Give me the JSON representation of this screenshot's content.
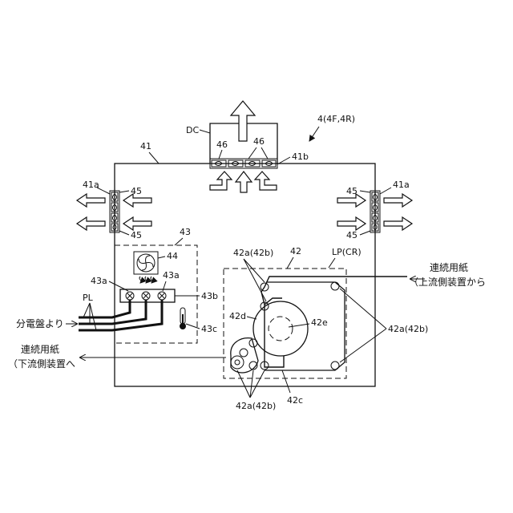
{
  "labels": {
    "unit": "4(4F,4R)",
    "duct": "DC",
    "housing": "41",
    "duct_port": "41b",
    "vent_left": "41a",
    "vent_right": "41a",
    "fan_top": "46",
    "fan_top_pair": "46",
    "fan_left_top": "45",
    "fan_left_bottom": "45",
    "fan_right_top": "45",
    "fan_right_bottom": "45",
    "power_box": "43",
    "power_fan": "44",
    "breaker": "43a",
    "breaker_left": "43a",
    "terminal_bar": "43b",
    "thermometer": "43c",
    "power_line": "PL",
    "roller_box": "42",
    "roller_top": "42a(42b)",
    "roller_right": "42a(42b)",
    "roller_bottom": "42a(42b)",
    "drum_guide": "42d",
    "drum_core": "42e",
    "drum_box": "42c",
    "paper_path": "LP(CR)"
  },
  "texts": {
    "paper_in_line1": "連続用紙",
    "paper_in_line2": "（上流側装置から",
    "paper_out_line1": "連続用紙",
    "paper_out_line2": "（下流側装置へ",
    "from_panel": "分電盤より"
  }
}
